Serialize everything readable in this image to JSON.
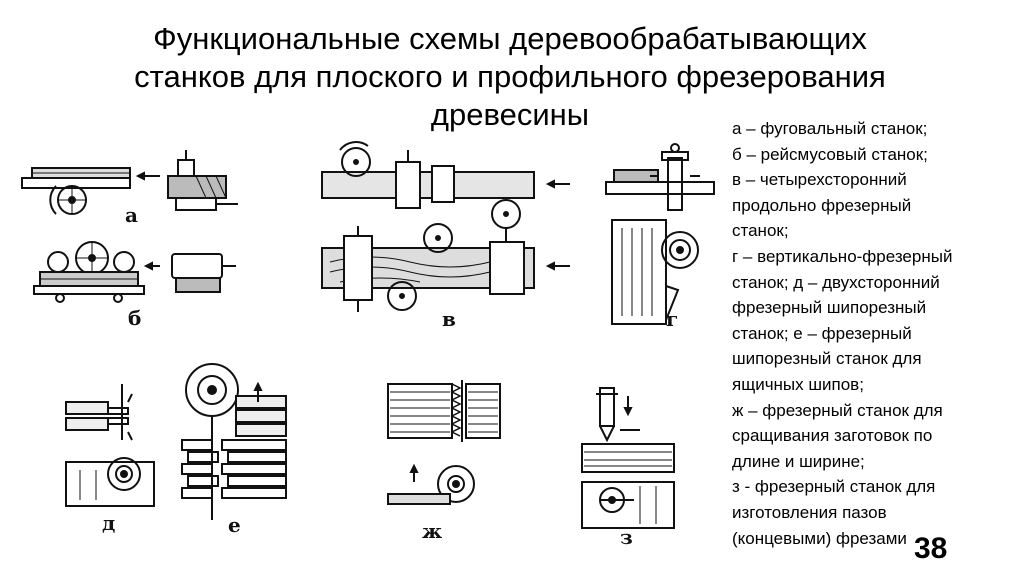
{
  "title": {
    "line1": "Функциональные схемы деревообрабатывающих",
    "line2": "станков для плоского и профильного фрезерования",
    "line3": "древесины"
  },
  "legend": {
    "lines": [
      "а – фуговальный станок;",
      "б – рейсмусовый станок;",
      "в – четырехсторонний",
      "продольно фрезерный",
      "станок;",
      "г – вертикально-фрезерный",
      "станок; д – двухсторонний",
      "фрезерный шипорезный",
      "станок; е – фрезерный",
      "шипорезный станок для",
      "ящичных шипов;",
      "ж – фрезерный станок для",
      "сращивания заготовок по",
      "длине и ширине;",
      "з -  фрезерный станок для",
      "изготовления пазов",
      "(концевыми) фрезами"
    ]
  },
  "figure_labels": {
    "a": "а",
    "b": "б",
    "v": "в",
    "g": "г",
    "d": "д",
    "e": "е",
    "zh": "ж",
    "z": "з"
  },
  "page_number": "38"
}
